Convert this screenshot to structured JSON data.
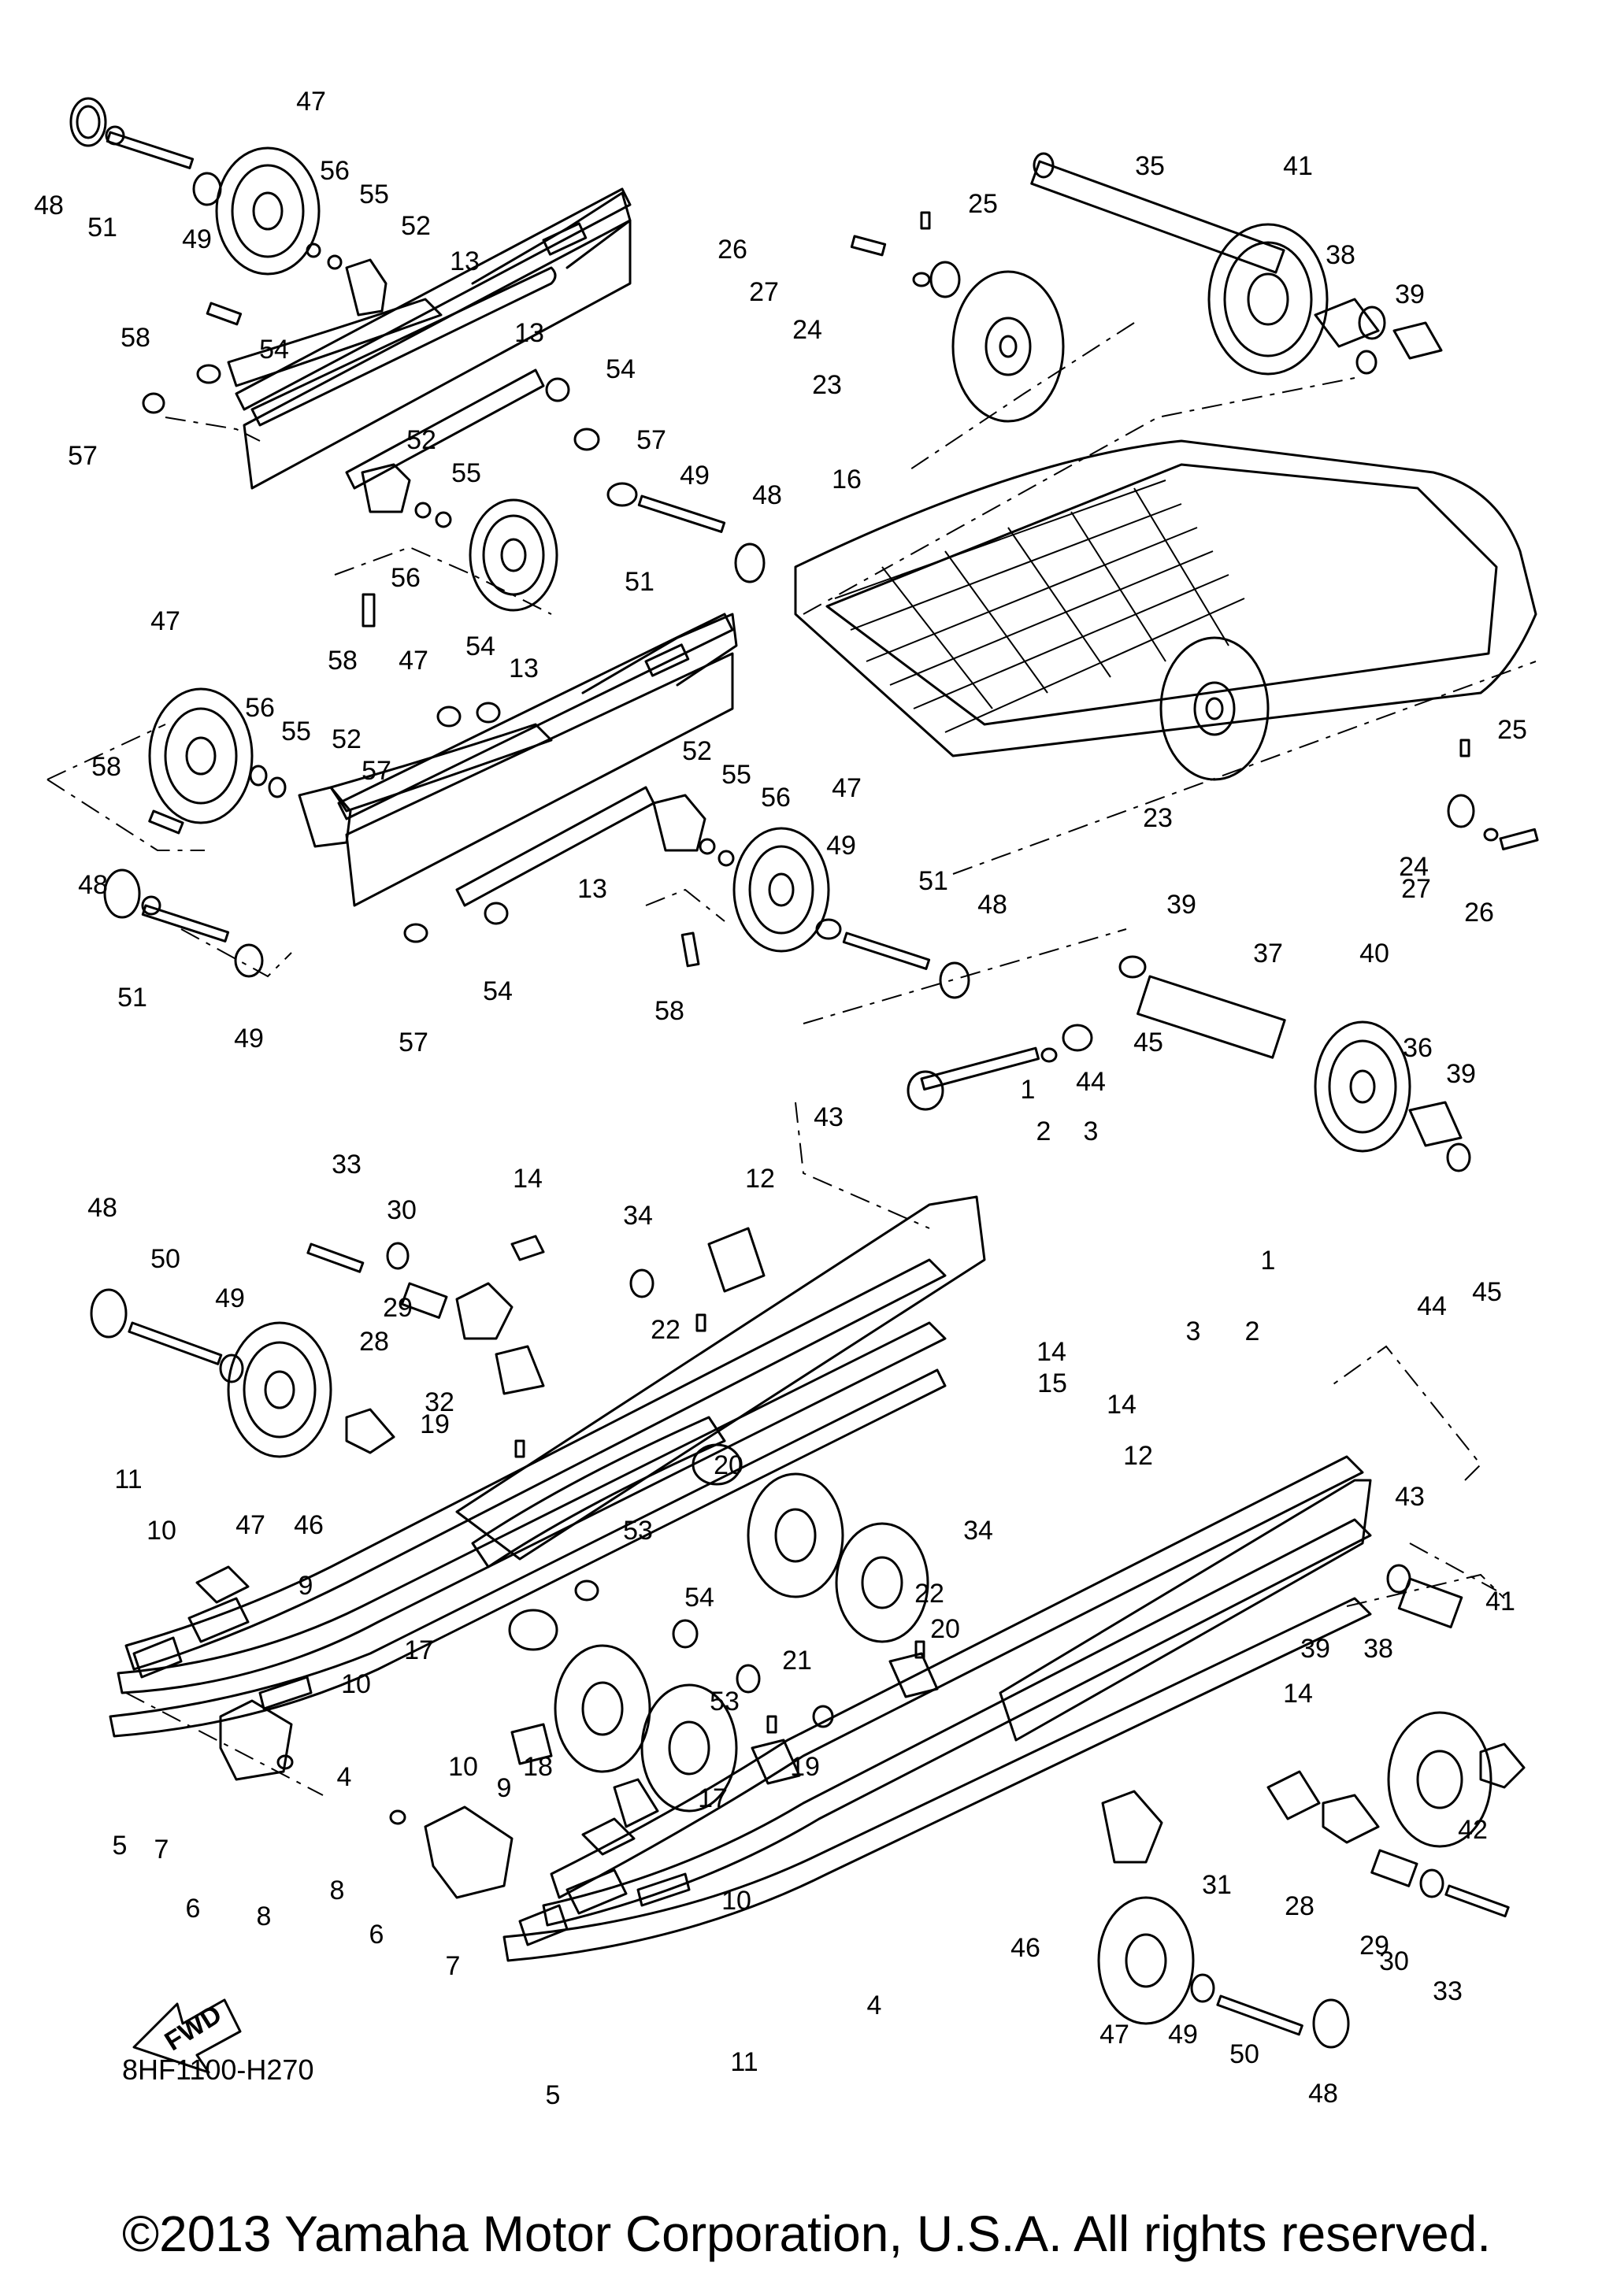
{
  "diagram": {
    "code": "8HF1100-H270",
    "fwd_label": "FWD",
    "copyright": "©2013 Yamaha Motor Corporation, U.S.A. All rights reserved."
  },
  "callouts": [
    {
      "id": "48a",
      "text": "48"
    },
    {
      "id": "51a",
      "text": "51"
    },
    {
      "id": "47a",
      "text": "47"
    },
    {
      "id": "49a",
      "text": "49"
    },
    {
      "id": "56a",
      "text": "56"
    },
    {
      "id": "55a",
      "text": "55"
    },
    {
      "id": "52a",
      "text": "52"
    },
    {
      "id": "13a",
      "text": "13"
    },
    {
      "id": "58a",
      "text": "58"
    },
    {
      "id": "54a",
      "text": "54"
    },
    {
      "id": "13b",
      "text": "13"
    },
    {
      "id": "54b",
      "text": "54"
    },
    {
      "id": "57a",
      "text": "57"
    },
    {
      "id": "57b",
      "text": "57"
    },
    {
      "id": "52b",
      "text": "52"
    },
    {
      "id": "55b",
      "text": "55"
    },
    {
      "id": "49b",
      "text": "49"
    },
    {
      "id": "48b",
      "text": "48"
    },
    {
      "id": "56b",
      "text": "56"
    },
    {
      "id": "51b",
      "text": "51"
    },
    {
      "id": "58b",
      "text": "58"
    },
    {
      "id": "47b",
      "text": "47"
    },
    {
      "id": "35",
      "text": "35"
    },
    {
      "id": "41a",
      "text": "41"
    },
    {
      "id": "25a",
      "text": "25"
    },
    {
      "id": "26a",
      "text": "26"
    },
    {
      "id": "27a",
      "text": "27"
    },
    {
      "id": "24a",
      "text": "24"
    },
    {
      "id": "23a",
      "text": "23"
    },
    {
      "id": "38a",
      "text": "38"
    },
    {
      "id": "39a",
      "text": "39"
    },
    {
      "id": "16",
      "text": "16"
    },
    {
      "id": "23b",
      "text": "23"
    },
    {
      "id": "25b",
      "text": "25"
    },
    {
      "id": "24b",
      "text": "24"
    },
    {
      "id": "27b",
      "text": "27"
    },
    {
      "id": "26b",
      "text": "26"
    },
    {
      "id": "47c",
      "text": "47"
    },
    {
      "id": "54c",
      "text": "54"
    },
    {
      "id": "13c",
      "text": "13"
    },
    {
      "id": "56c",
      "text": "56"
    },
    {
      "id": "55c",
      "text": "55"
    },
    {
      "id": "52c",
      "text": "52"
    },
    {
      "id": "57c",
      "text": "57"
    },
    {
      "id": "58c",
      "text": "58"
    },
    {
      "id": "52d",
      "text": "52"
    },
    {
      "id": "55d",
      "text": "55"
    },
    {
      "id": "56d",
      "text": "56"
    },
    {
      "id": "47d",
      "text": "47"
    },
    {
      "id": "13d",
      "text": "13"
    },
    {
      "id": "48c",
      "text": "48"
    },
    {
      "id": "51c",
      "text": "51"
    },
    {
      "id": "49c",
      "text": "49"
    },
    {
      "id": "54d",
      "text": "54"
    },
    {
      "id": "57d",
      "text": "57"
    },
    {
      "id": "58d",
      "text": "58"
    },
    {
      "id": "49d",
      "text": "49"
    },
    {
      "id": "51d",
      "text": "51"
    },
    {
      "id": "48d",
      "text": "48"
    },
    {
      "id": "39b",
      "text": "39"
    },
    {
      "id": "37",
      "text": "37"
    },
    {
      "id": "40",
      "text": "40"
    },
    {
      "id": "45a",
      "text": "45"
    },
    {
      "id": "44a",
      "text": "44"
    },
    {
      "id": "36",
      "text": "36"
    },
    {
      "id": "39c",
      "text": "39"
    },
    {
      "id": "43a",
      "text": "43"
    },
    {
      "id": "1a",
      "text": "1"
    },
    {
      "id": "2a",
      "text": "2"
    },
    {
      "id": "3a",
      "text": "3"
    },
    {
      "id": "12a",
      "text": "12"
    },
    {
      "id": "14a",
      "text": "14"
    },
    {
      "id": "34a",
      "text": "34"
    },
    {
      "id": "33a",
      "text": "33"
    },
    {
      "id": "30a",
      "text": "30"
    },
    {
      "id": "48e",
      "text": "48"
    },
    {
      "id": "50a",
      "text": "50"
    },
    {
      "id": "49e",
      "text": "49"
    },
    {
      "id": "29a",
      "text": "29"
    },
    {
      "id": "28a",
      "text": "28"
    },
    {
      "id": "32",
      "text": "32"
    },
    {
      "id": "22a",
      "text": "22"
    },
    {
      "id": "1b",
      "text": "1"
    },
    {
      "id": "3b",
      "text": "3"
    },
    {
      "id": "2b",
      "text": "2"
    },
    {
      "id": "44b",
      "text": "44"
    },
    {
      "id": "45b",
      "text": "45"
    },
    {
      "id": "14b",
      "text": "14"
    },
    {
      "id": "15",
      "text": "15"
    },
    {
      "id": "14c",
      "text": "14"
    },
    {
      "id": "47e",
      "text": "47"
    },
    {
      "id": "46a",
      "text": "46"
    },
    {
      "id": "19a",
      "text": "19"
    },
    {
      "id": "20a",
      "text": "20"
    },
    {
      "id": "43b",
      "text": "43"
    },
    {
      "id": "11a",
      "text": "11"
    },
    {
      "id": "10a",
      "text": "10"
    },
    {
      "id": "9a",
      "text": "9"
    },
    {
      "id": "53a",
      "text": "53"
    },
    {
      "id": "12b",
      "text": "12"
    },
    {
      "id": "34b",
      "text": "34"
    },
    {
      "id": "39d",
      "text": "39"
    },
    {
      "id": "38b",
      "text": "38"
    },
    {
      "id": "17a",
      "text": "17"
    },
    {
      "id": "54e",
      "text": "54"
    },
    {
      "id": "22b",
      "text": "22"
    },
    {
      "id": "20b",
      "text": "20"
    },
    {
      "id": "41b",
      "text": "41"
    },
    {
      "id": "10b",
      "text": "10"
    },
    {
      "id": "21",
      "text": "21"
    },
    {
      "id": "53b",
      "text": "53"
    },
    {
      "id": "14d",
      "text": "14"
    },
    {
      "id": "18",
      "text": "18"
    },
    {
      "id": "19b",
      "text": "19"
    },
    {
      "id": "17b",
      "text": "17"
    },
    {
      "id": "42",
      "text": "42"
    },
    {
      "id": "4a",
      "text": "4"
    },
    {
      "id": "10c",
      "text": "10"
    },
    {
      "id": "9b",
      "text": "9"
    },
    {
      "id": "5a",
      "text": "5"
    },
    {
      "id": "7a",
      "text": "7"
    },
    {
      "id": "6a",
      "text": "6"
    },
    {
      "id": "8a",
      "text": "8"
    },
    {
      "id": "8b",
      "text": "8"
    },
    {
      "id": "6b",
      "text": "6"
    },
    {
      "id": "7b",
      "text": "7"
    },
    {
      "id": "10d",
      "text": "10"
    },
    {
      "id": "31",
      "text": "31"
    },
    {
      "id": "28b",
      "text": "28"
    },
    {
      "id": "29b",
      "text": "29"
    },
    {
      "id": "30b",
      "text": "30"
    },
    {
      "id": "33b",
      "text": "33"
    },
    {
      "id": "46b",
      "text": "46"
    },
    {
      "id": "47f",
      "text": "47"
    },
    {
      "id": "49f",
      "text": "49"
    },
    {
      "id": "50b",
      "text": "50"
    },
    {
      "id": "48f",
      "text": "48"
    },
    {
      "id": "4b",
      "text": "4"
    },
    {
      "id": "11b",
      "text": "11"
    },
    {
      "id": "5b",
      "text": "5"
    }
  ]
}
